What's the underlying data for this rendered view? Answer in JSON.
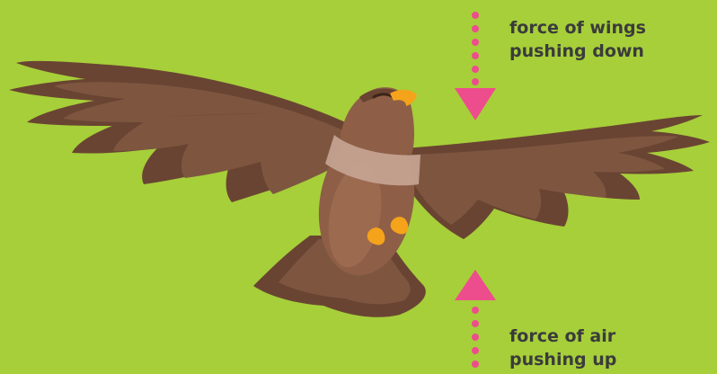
{
  "colors": {
    "background": "#a6cf3a",
    "arrow": "#ee4d8d",
    "wing": "#7e5640",
    "wing_dark": "#6a4432",
    "body": "#8e5f46",
    "body_light": "#a87258",
    "collar": "#c8a595",
    "beak": "#f5a31a",
    "feet": "#f5a31a",
    "label_text": "#3b3b3b"
  },
  "labels": {
    "down": {
      "line1": "force of wings",
      "line2": "pushing down"
    },
    "up": {
      "line1": "force of air",
      "line2": "pushing up"
    }
  },
  "icons": {
    "subject": "bird-in-flight",
    "arrow_down": "triangle-down",
    "arrow_up": "triangle-up"
  }
}
